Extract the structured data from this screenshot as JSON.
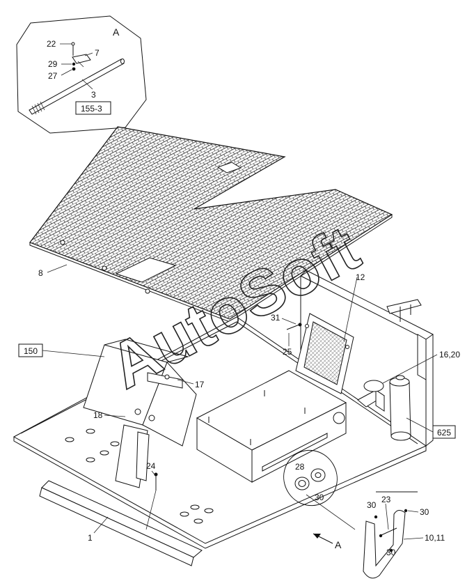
{
  "detail": {
    "view_letter": "A"
  },
  "callouts": {
    "c1": "1",
    "c3": "3",
    "c7": "7",
    "c8": "8",
    "c10_11": "10,11",
    "c12": "12",
    "c16_20": "16,20",
    "c17": "17",
    "c18": "18",
    "c22": "22",
    "c23": "23",
    "c24": "24",
    "c25": "25",
    "c27": "27",
    "c28": "28",
    "c29": "29",
    "c30a": "30",
    "c30b": "30",
    "c30c": "30",
    "c30d": "30",
    "c31": "31"
  },
  "boxed_refs": {
    "b155_3": "155-3",
    "b150": "150",
    "b625": "625"
  },
  "view_arrow_label": "A",
  "watermark": "AutoSoft",
  "colors": {
    "line": "#111111",
    "background": "#ffffff"
  }
}
